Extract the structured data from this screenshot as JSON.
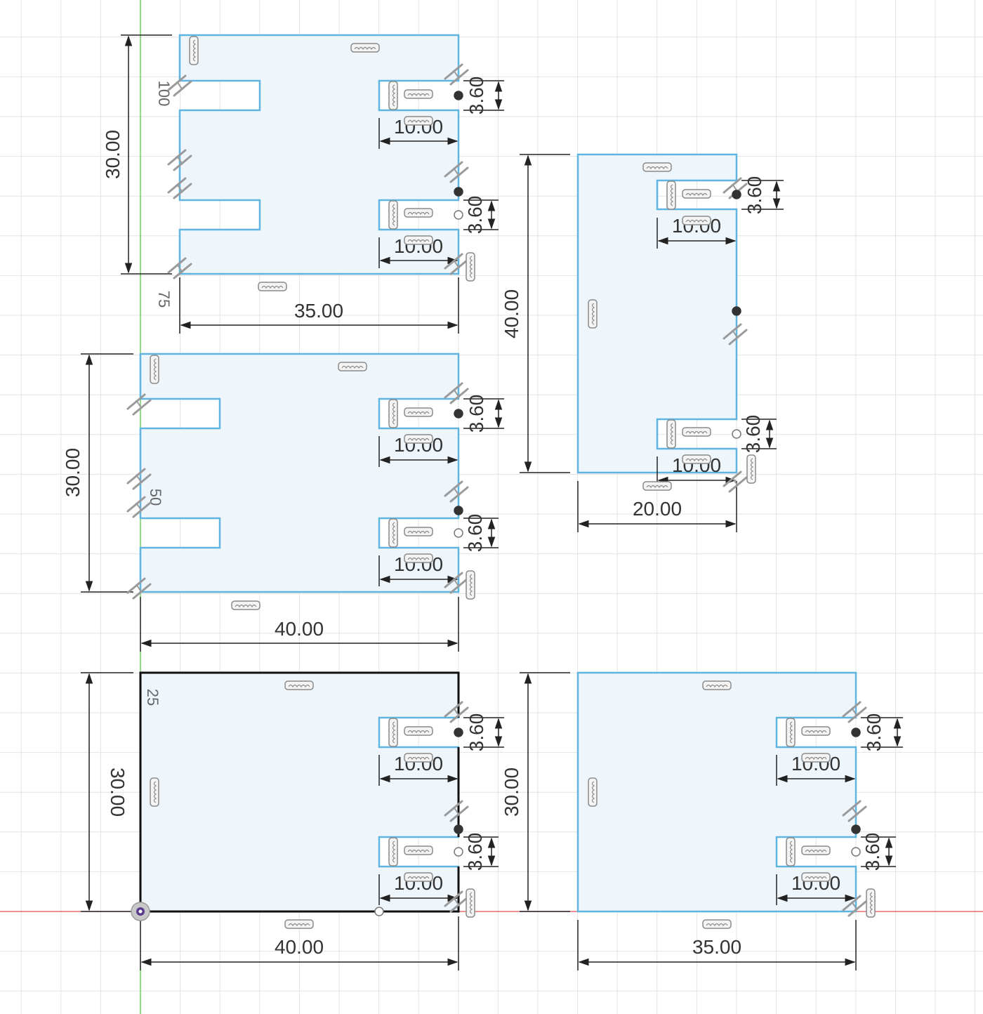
{
  "colors": {
    "background": "#ffffff",
    "grid": "#e3e3e3",
    "profile_fill": "#eef6fc",
    "profile_stroke": "#5fb4e0",
    "selected_stroke": "#111111",
    "dimension": "#222222",
    "axis_x": "#e05050",
    "axis_y": "#50c040"
  },
  "parts": [
    {
      "id": "part-top-left",
      "width": "35.00",
      "height": "30.00",
      "tab_width": "10.00",
      "slot_height": "3.60"
    },
    {
      "id": "part-middle-left",
      "width": "40.00",
      "height": "30.00",
      "tab_width": "10.00",
      "slot_height": "3.60"
    },
    {
      "id": "part-bottom-left",
      "width": "40.00",
      "height": "30.00",
      "tab_width": "10.00",
      "slot_height": "3.60"
    },
    {
      "id": "part-right-tall",
      "width": "20.00",
      "height": "40.00",
      "tab_width": "10.00",
      "slot_height": "3.60"
    },
    {
      "id": "part-bottom-right",
      "width": "35.00",
      "height": "30.00",
      "tab_width": "10.00",
      "slot_height": "3.60"
    }
  ],
  "axis_labels": {
    "y100": "100",
    "y75": "75",
    "y50": "50",
    "y25": "25"
  },
  "icons": {
    "horizontal_constraint": "horizontal-constraint-icon",
    "vertical_constraint": "vertical-constraint-icon",
    "coincident_constraint": "coincident-constraint-icon",
    "origin": "origin-icon"
  }
}
